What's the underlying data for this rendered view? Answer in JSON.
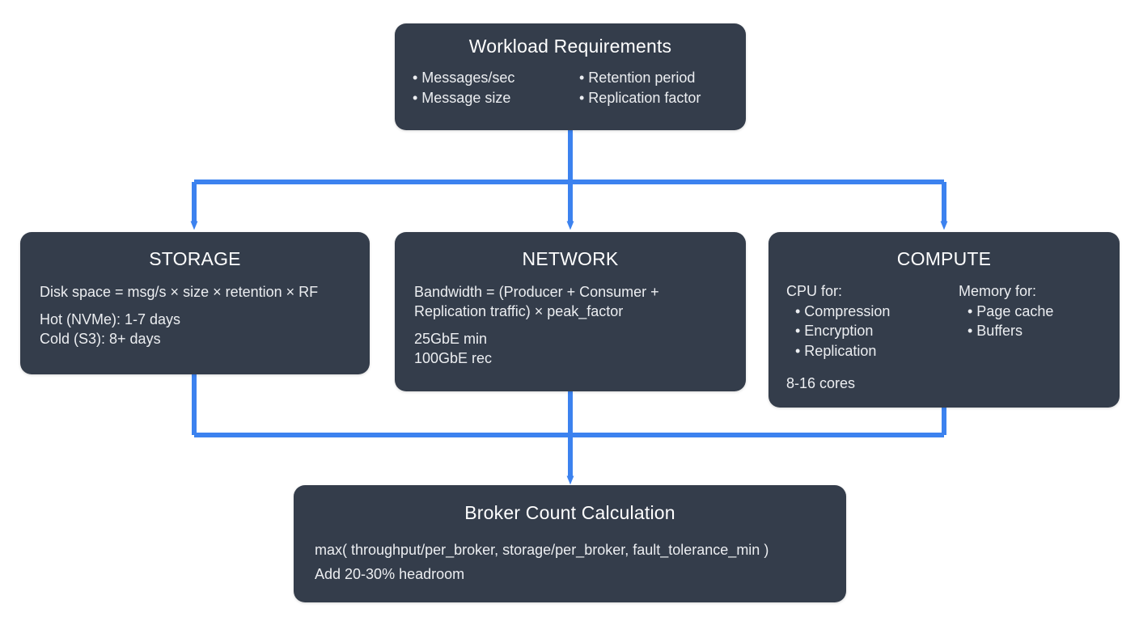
{
  "theme": {
    "page_background": "#ffffff",
    "node_fill": "#343d4b",
    "node_text": "#f3f4f6",
    "connector_color": "#3c82ef",
    "title_color": "#ffffff"
  },
  "diagram": {
    "type": "flowchart",
    "orientation": "top-down",
    "nodes": [
      {
        "id": "workload",
        "title": "Workload Requirements",
        "columns": [
          [
            "• Messages/sec",
            "• Message size"
          ],
          [
            "• Retention period",
            "• Replication factor"
          ]
        ]
      },
      {
        "id": "storage",
        "title": "STORAGE",
        "lines": [
          "Disk space = msg/s × size × retention × RF",
          "Hot (NVMe): 1-7 days",
          "Cold (S3): 8+ days"
        ]
      },
      {
        "id": "network",
        "title": "NETWORK",
        "lines": [
          "Bandwidth = (Producer + Consumer +",
          "Replication traffic) × peak_factor",
          "25GbE min",
          "100GbE rec"
        ]
      },
      {
        "id": "compute",
        "title": "COMPUTE",
        "columns": [
          [
            "CPU for:",
            "• Compression",
            "• Encryption",
            "• Replication"
          ],
          [
            "Memory for:",
            "• Page cache",
            "• Buffers"
          ]
        ],
        "footer": "8-16 cores"
      },
      {
        "id": "broker",
        "title": "Broker Count Calculation",
        "lines": [
          "max( throughput/per_broker, storage/per_broker, fault_tolerance_min )",
          "Add 20-30% headroom"
        ]
      }
    ],
    "edges": [
      {
        "id": "edge-workload-storage",
        "from": "workload",
        "to": "storage",
        "style": "orthogonal-arrow"
      },
      {
        "id": "edge-workload-network",
        "from": "workload",
        "to": "network",
        "style": "orthogonal-arrow"
      },
      {
        "id": "edge-workload-compute",
        "from": "workload",
        "to": "compute",
        "style": "orthogonal-arrow"
      },
      {
        "id": "edge-storage-broker",
        "from": "storage",
        "to": "broker",
        "style": "orthogonal"
      },
      {
        "id": "edge-network-broker",
        "from": "network",
        "to": "broker",
        "style": "orthogonal-arrow"
      },
      {
        "id": "edge-compute-broker",
        "from": "compute",
        "to": "broker",
        "style": "orthogonal"
      }
    ]
  },
  "workload": {
    "title": "Workload Requirements",
    "col_a": {
      "b0": "• Messages/sec",
      "b1": "• Message size"
    },
    "col_b": {
      "b0": "• Retention period",
      "b1": "• Replication factor"
    }
  },
  "storage": {
    "title": "STORAGE",
    "formula": "Disk space = msg/s × size × retention × RF",
    "hot": "Hot (NVMe): 1-7 days",
    "cold": "Cold (S3): 8+ days"
  },
  "network": {
    "title": "NETWORK",
    "formula_line1": "Bandwidth = (Producer + Consumer +",
    "formula_line2": "Replication traffic) × peak_factor",
    "min": "25GbE min",
    "rec": "100GbE rec"
  },
  "compute": {
    "title": "COMPUTE",
    "cpu": {
      "heading": "CPU for:",
      "b0": "• Compression",
      "b1": "• Encryption",
      "b2": "• Replication"
    },
    "memory": {
      "heading": "Memory for:",
      "b0": "• Page cache",
      "b1": "• Buffers"
    },
    "cores": "8-16 cores"
  },
  "broker": {
    "title": "Broker Count Calculation",
    "formula": "max( throughput/per_broker, storage/per_broker, fault_tolerance_min )",
    "headroom": "Add 20-30% headroom"
  }
}
